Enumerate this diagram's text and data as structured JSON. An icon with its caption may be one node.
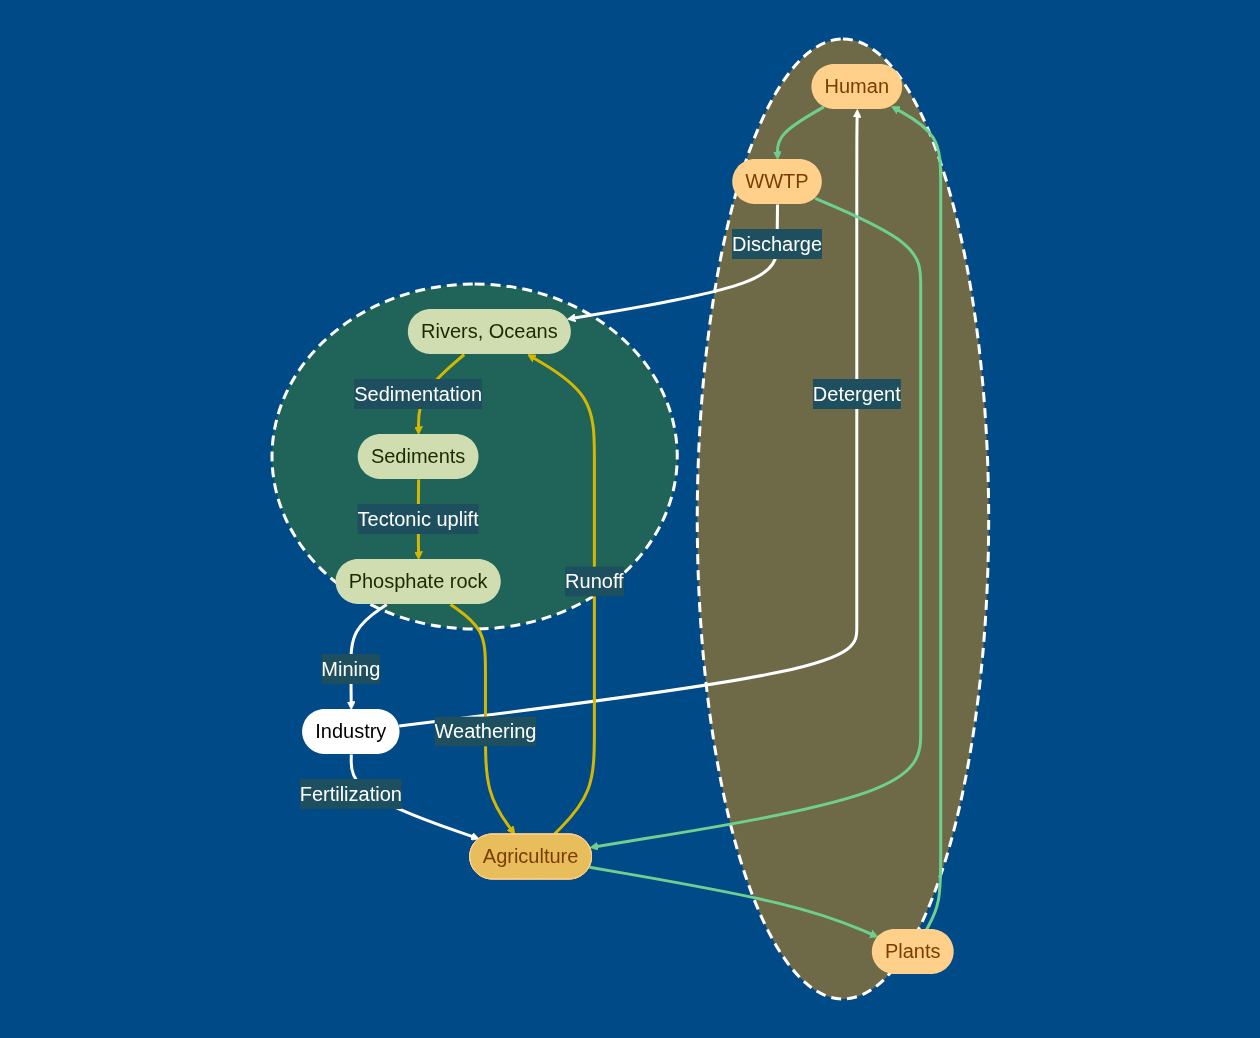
{
  "diagram": {
    "nodes": [
      {
        "text": [],
        "shape": "ellipse"
      },
      {
        "text": [
          "Human"
        ],
        "in": 0
      },
      {
        "text": [
          "Industry"
        ]
      },
      {
        "text": [
          "Plants"
        ],
        "in": 0
      },
      {
        "text": [
          "WWTP"
        ],
        "in": 0
      },
      {
        "text": [
          "Agriculture"
        ]
      },
      {
        "text": [],
        "shape": "ellipse"
      },
      {
        "text": [
          "Phosphate rock"
        ],
        "in": 6
      },
      {
        "text": [
          "Rivers, Oceans"
        ],
        "in": 6
      },
      {
        "text": [
          "Sediments"
        ],
        "in": 6
      }
    ],
    "edges": [
      {
        "from": 2,
        "to": 1,
        "arrow": "to",
        "label": "Detergent"
      },
      {
        "from": 2,
        "to": 5,
        "arrow": "to",
        "label": "Fertilization"
      },
      {
        "from": 7,
        "to": 2,
        "arrow": "to",
        "label": "Mining"
      },
      {
        "from": 4,
        "to": 8,
        "arrow": "to",
        "label": "Discharge"
      },
      {
        "from": 1,
        "to": 4,
        "arrow": "to",
        "color": "#6fcf8f"
      },
      {
        "from": 4,
        "to": 5,
        "arrow": "to",
        "color": "#6fcf8f"
      },
      {
        "from": 5,
        "to": 3,
        "arrow": "to",
        "color": "#6fcf8f"
      },
      {
        "from": 3,
        "to": 1,
        "arrow": "to",
        "color": "#6fcf8f"
      },
      {
        "from": 5,
        "to": 8,
        "arrow": "to",
        "label": "Runoff",
        "color": "#d4b800"
      },
      {
        "from": 8,
        "to": 9,
        "arrow": "to",
        "label": "Sedimentation",
        "color": "#d4b800"
      },
      {
        "from": 9,
        "to": 7,
        "arrow": "to",
        "label": "Tectonic uplift",
        "color": "#d4b800"
      },
      {
        "from": 7,
        "to": 5,
        "arrow": "to",
        "label": "Weathering",
        "color": "#d4b800"
      }
    ]
  }
}
